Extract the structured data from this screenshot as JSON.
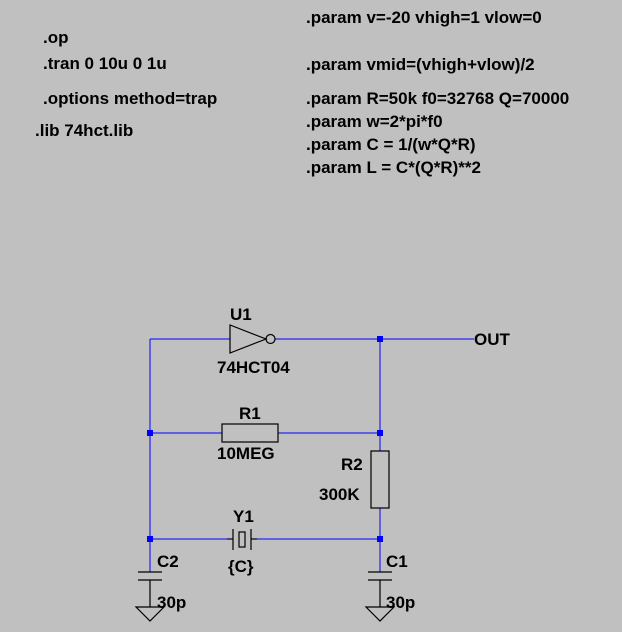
{
  "directives_left": [
    ".op",
    ".tran 0 10u 0 1u",
    ".options method=trap",
    ".lib 74hct.lib"
  ],
  "directives_right": [
    ".param v=-20  vhigh=1 vlow=0",
    ".param vmid=(vhigh+vlow)/2",
    ".param R=50k f0=32768 Q=70000",
    ".param w=2*pi*f0",
    ".param C = 1/(w*Q*R)",
    ".param L = C*(Q*R)**2"
  ],
  "components": {
    "u1": {
      "ref": "U1",
      "value": "74HCT04"
    },
    "r1": {
      "ref": "R1",
      "value": "10MEG"
    },
    "r2": {
      "ref": "R2",
      "value": "300K"
    },
    "y1": {
      "ref": "Y1",
      "value": "{C}"
    },
    "c1": {
      "ref": "C1",
      "value": "30p"
    },
    "c2": {
      "ref": "C2",
      "value": "30p"
    }
  },
  "net_labels": {
    "out": "OUT"
  },
  "colors": {
    "background": "#c0c0c0",
    "wire": "#0000ff",
    "component": "#000000",
    "text": "#000000"
  }
}
